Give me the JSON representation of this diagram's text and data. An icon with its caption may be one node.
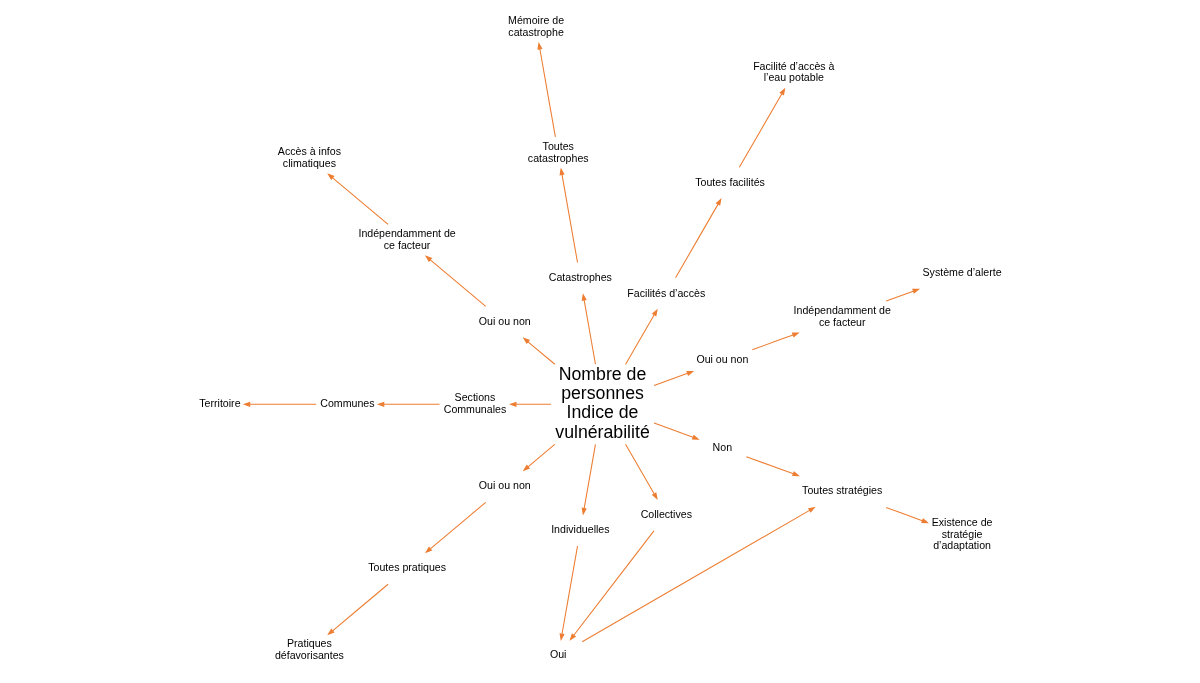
{
  "diagram": {
    "nodes": [
      {
        "text": [
          "Nombre de personnes",
          "Indice de vulnérabilité"
        ]
      },
      {
        "text": [
          "Oui ou non"
        ]
      },
      {
        "text": [
          "Indépendamment de ce facteur"
        ]
      },
      {
        "text": [
          "Système d’alerte"
        ]
      },
      {
        "text": [
          "Facilités d’accès"
        ]
      },
      {
        "text": [
          "Toutes facilités"
        ]
      },
      {
        "text": [
          "Facilité d’accès à l’eau potable"
        ]
      },
      {
        "text": [
          "Catastrophes"
        ]
      },
      {
        "text": [
          "Toutes catastrophes"
        ]
      },
      {
        "text": [
          "Mémoire de catastrophe"
        ]
      },
      {
        "text": [
          "Oui ou non"
        ]
      },
      {
        "text": [
          "Indépendamment de ce facteur"
        ]
      },
      {
        "text": [
          "Accès à infos climatiques"
        ]
      },
      {
        "text": [
          "Sections Communales"
        ]
      },
      {
        "text": [
          "Communes"
        ]
      },
      {
        "text": [
          "Territoire"
        ]
      },
      {
        "text": [
          "Oui ou non"
        ]
      },
      {
        "text": [
          "Toutes pratiques"
        ]
      },
      {
        "text": [
          "Pratiques défavorisantes"
        ]
      },
      {
        "text": [
          "Individuelles"
        ]
      },
      {
        "text": [
          "Collectives"
        ]
      },
      {
        "text": [
          "Oui"
        ]
      },
      {
        "text": [
          "Non"
        ]
      },
      {
        "text": [
          "Toutes stratégies"
        ]
      },
      {
        "text": [
          "Existence de stratégie d’adaptation"
        ]
      }
    ],
    "edges": [
      {
        "from": 0,
        "to": 1,
        "arrow": "to"
      },
      {
        "from": 1,
        "to": 2,
        "arrow": "to"
      },
      {
        "from": 2,
        "to": 3,
        "arrow": "to"
      },
      {
        "from": 0,
        "to": 4,
        "arrow": "to"
      },
      {
        "from": 4,
        "to": 5,
        "arrow": "to"
      },
      {
        "from": 5,
        "to": 6,
        "arrow": "to"
      },
      {
        "from": 0,
        "to": 7,
        "arrow": "to"
      },
      {
        "from": 7,
        "to": 8,
        "arrow": "to"
      },
      {
        "from": 8,
        "to": 9,
        "arrow": "to"
      },
      {
        "from": 0,
        "to": 10,
        "arrow": "to"
      },
      {
        "from": 10,
        "to": 11,
        "arrow": "to"
      },
      {
        "from": 11,
        "to": 12,
        "arrow": "to"
      },
      {
        "from": 0,
        "to": 13,
        "arrow": "to"
      },
      {
        "from": 13,
        "to": 14,
        "arrow": "to"
      },
      {
        "from": 14,
        "to": 15,
        "arrow": "to"
      },
      {
        "from": 0,
        "to": 16,
        "arrow": "to"
      },
      {
        "from": 16,
        "to": 17,
        "arrow": "to"
      },
      {
        "from": 17,
        "to": 18,
        "arrow": "to"
      },
      {
        "from": 0,
        "to": 19,
        "arrow": "to"
      },
      {
        "from": 0,
        "to": 20,
        "arrow": "to"
      },
      {
        "from": 19,
        "to": 21,
        "arrow": "to"
      },
      {
        "from": 20,
        "to": 21,
        "arrow": "to"
      },
      {
        "from": 0,
        "to": 22,
        "arrow": "to"
      },
      {
        "from": 22,
        "to": 23,
        "arrow": "to"
      },
      {
        "from": 21,
        "to": 23,
        "arrow": "to"
      },
      {
        "from": 23,
        "to": 24,
        "arrow": "to"
      }
    ]
  }
}
